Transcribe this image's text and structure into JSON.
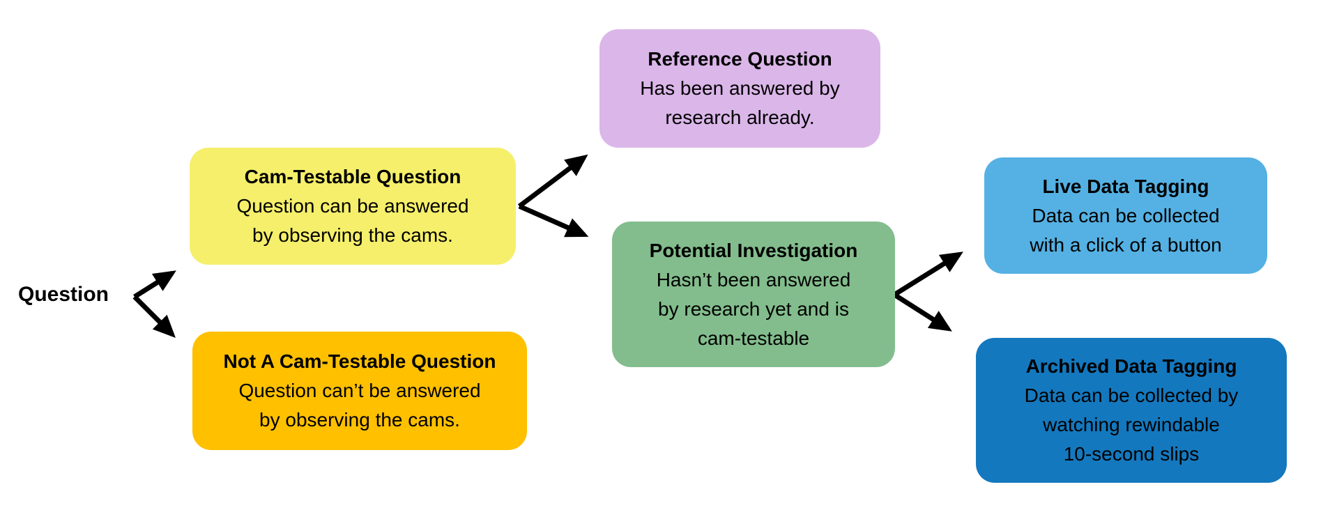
{
  "diagram": {
    "background": "#FFFFFF",
    "arrow_color": "#000000",
    "root": {
      "label": "Question"
    },
    "nodes": [
      {
        "id": "cam-testable-question",
        "title": "Cam-Testable Question",
        "description": "Question can be answered\nby observing the cams.",
        "fill": "#F5EF6B",
        "text_color": "#000000"
      },
      {
        "id": "not-a-cam-testable-question",
        "title": "Not A Cam-Testable Question",
        "description": "Question can’t be answered\nby observing the cams.",
        "fill": "#FFC000",
        "text_color": "#000000"
      },
      {
        "id": "reference-question",
        "title": "Reference Question",
        "description": "Has been answered by\nresearch already.",
        "fill": "#DBB6E9",
        "text_color": "#000000"
      },
      {
        "id": "potential-investigation",
        "title": "Potential Investigation",
        "description": "Hasn’t been answered\nby research yet and is\ncam-testable",
        "fill": "#83BD8D",
        "text_color": "#000000"
      },
      {
        "id": "live-data-tagging",
        "title": "Live Data Tagging",
        "description": "Data can be collected\nwith a click of a button",
        "fill": "#55B1E3",
        "text_color": "#000000"
      },
      {
        "id": "archived-data-tagging",
        "title": "Archived Data Tagging",
        "description": "Data can be collected by\nwatching rewindable\n10-second slips",
        "fill": "#1478BE",
        "text_color": "#000000"
      }
    ]
  }
}
